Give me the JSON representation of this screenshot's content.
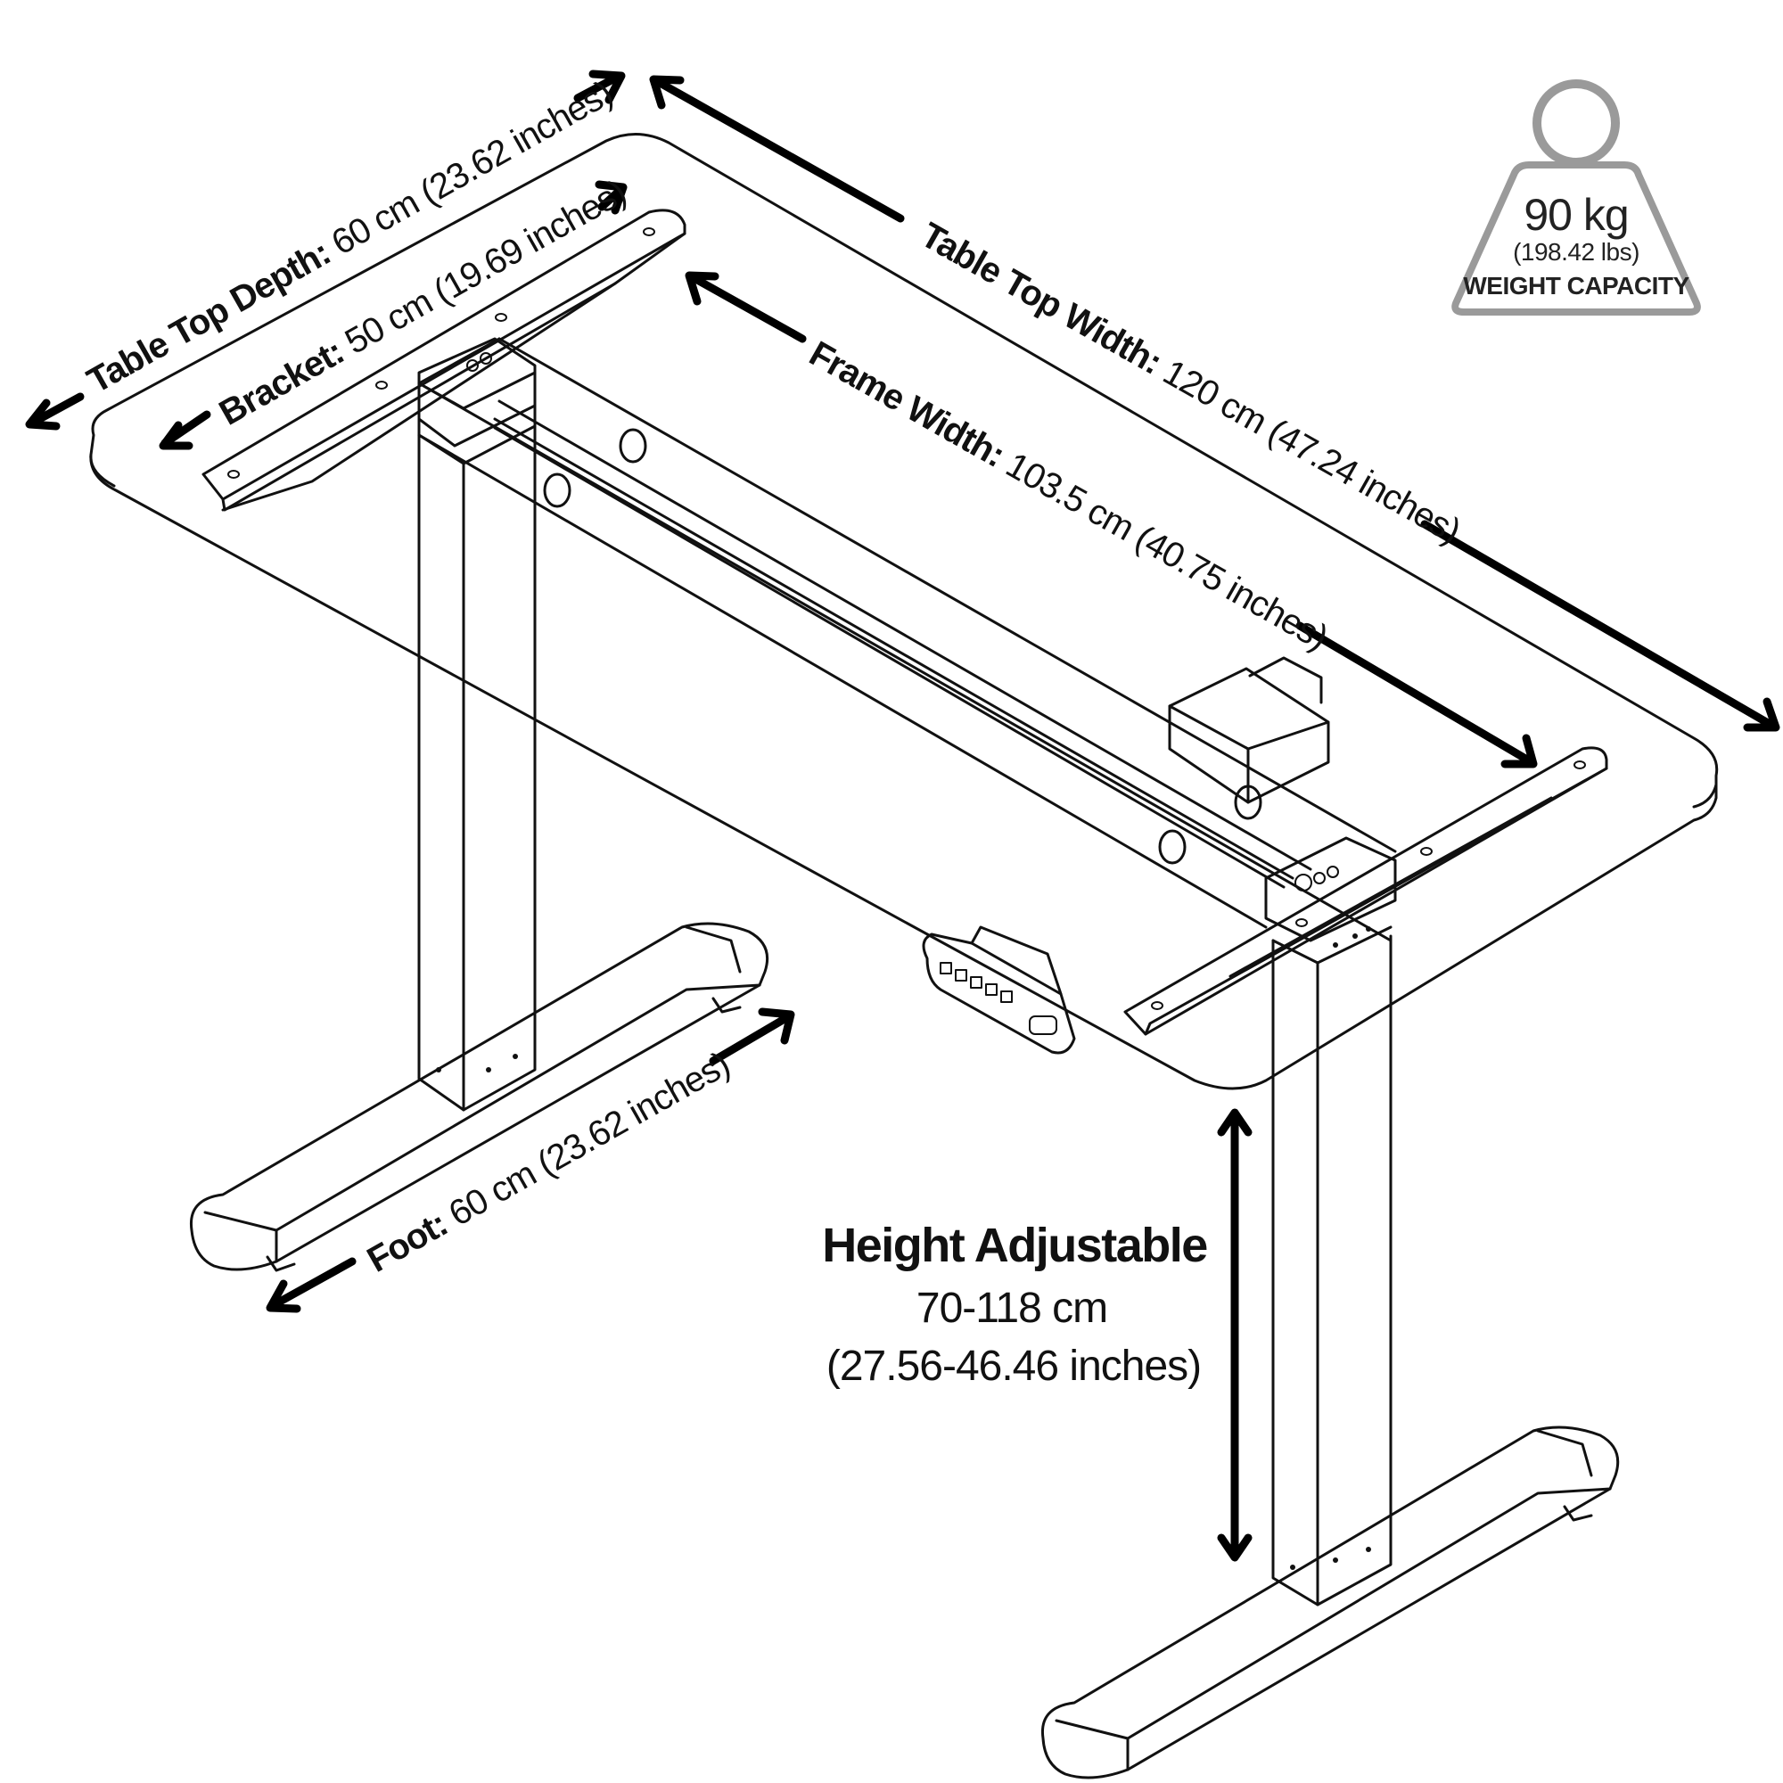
{
  "dimensions": {
    "table_top_depth": {
      "label": "Table Top Depth:",
      "value": " 60 cm (23.62 inches)"
    },
    "bracket": {
      "label": "Bracket:",
      "value": " 50 cm (19.69 inches)"
    },
    "table_top_width": {
      "label": "Table Top Width:",
      "value": " 120 cm (47.24 inches)"
    },
    "frame_width": {
      "label": "Frame Width:",
      "value": " 103.5 cm (40.75 inches)"
    },
    "foot": {
      "label": "Foot:",
      "value": " 60 cm (23.62 inches)"
    }
  },
  "height": {
    "title": "Height Adjustable",
    "range_cm": "70-118 cm",
    "range_in": "(27.56-46.46 inches)"
  },
  "weight_badge": {
    "value": "90 kg",
    "value_lbs": "(198.42 lbs)",
    "caption": "WEIGHT CAPACITY",
    "color": "#9a9a9a"
  }
}
